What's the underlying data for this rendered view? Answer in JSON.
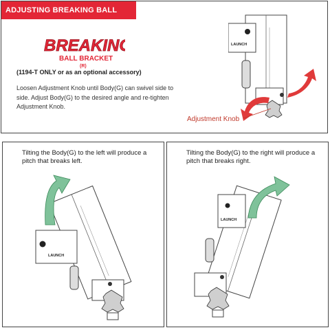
{
  "header": {
    "banner_title": "ADJUSTING BREAKING BALL BRACKET",
    "logo_word": "BREAKING",
    "logo_sub": "BALL BRACKET",
    "logo_mark": "(R)",
    "note": "(1194-T ONLY or as an optional accessory)",
    "instructions": "Loosen Adjustment Knob until Body(G) can swivel side to side. Adjust Body(G) to the desired angle and re-tighten Adjustment Knob.",
    "knob_label": "Adjustment Knob",
    "device_brand": "LAUNCH"
  },
  "left_panel": {
    "caption": "Tilting the Body(G) to the left will produce a pitch that breaks left.",
    "device_brand": "LAUNCH"
  },
  "right_panel": {
    "caption": "Tilting the Body(G) to the right will produce a pitch that breaks right.",
    "device_brand": "LAUNCH"
  },
  "colors": {
    "brand_red": "#e32636",
    "arrow_green": "#7fc29a",
    "arrow_red": "#e03a3a"
  },
  "icons": [
    "breaking-logo",
    "bracket-illustration",
    "curved-arrow-icon",
    "adjustment-knob-icon"
  ]
}
